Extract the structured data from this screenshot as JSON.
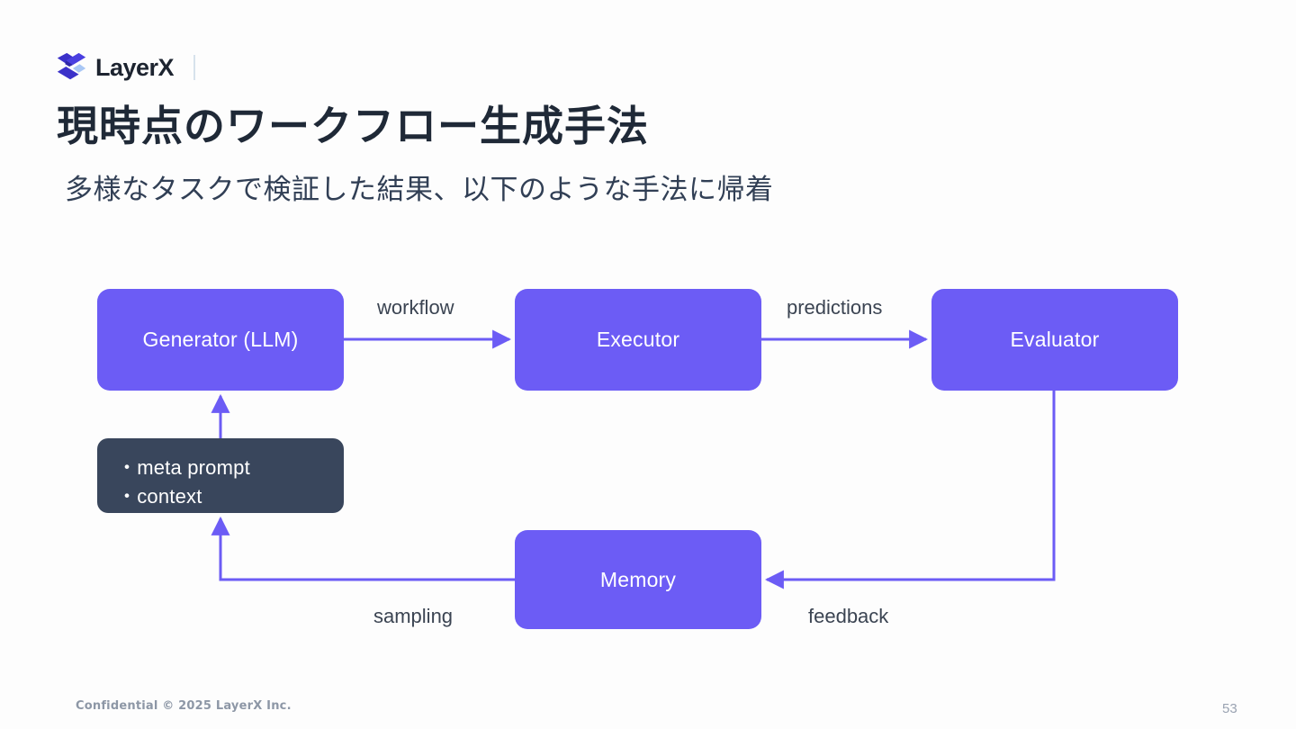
{
  "brand": {
    "name": "LayerX",
    "logo_icon": "layerx-logo-icon",
    "divider_icon": "vertical-divider-icon"
  },
  "header": {
    "title": "現時点のワークフロー生成手法",
    "subtitle": "多様なタスクで検証した結果、以下のような手法に帰着"
  },
  "colors": {
    "accent_purple": "#6C5CF5",
    "dark_slate": "#39465C",
    "title_ink": "#1F2937",
    "subtitle_ink": "#313F55",
    "footer_ink": "#8D97A6",
    "canvas": "#FDFDFD"
  },
  "diagram": {
    "type": "flow",
    "nodes": [
      {
        "id": "generator",
        "label": "Generator (LLM)",
        "style": "purple"
      },
      {
        "id": "executor",
        "label": "Executor",
        "style": "purple"
      },
      {
        "id": "evaluator",
        "label": "Evaluator",
        "style": "purple"
      },
      {
        "id": "memory",
        "label": "Memory",
        "style": "purple"
      },
      {
        "id": "memo",
        "style": "dark",
        "bullets": [
          "・meta prompt",
          "・context"
        ]
      }
    ],
    "edges": [
      {
        "from": "generator",
        "to": "executor",
        "label": "workflow"
      },
      {
        "from": "executor",
        "to": "evaluator",
        "label": "predictions"
      },
      {
        "from": "evaluator",
        "to": "memory",
        "label": "feedback"
      },
      {
        "from": "memory",
        "to": "memo",
        "label": "sampling"
      },
      {
        "from": "memo",
        "to": "generator",
        "label": ""
      }
    ]
  },
  "footer": {
    "confidential": "Confidential © 2025 LayerX Inc.",
    "page_number": "53"
  }
}
